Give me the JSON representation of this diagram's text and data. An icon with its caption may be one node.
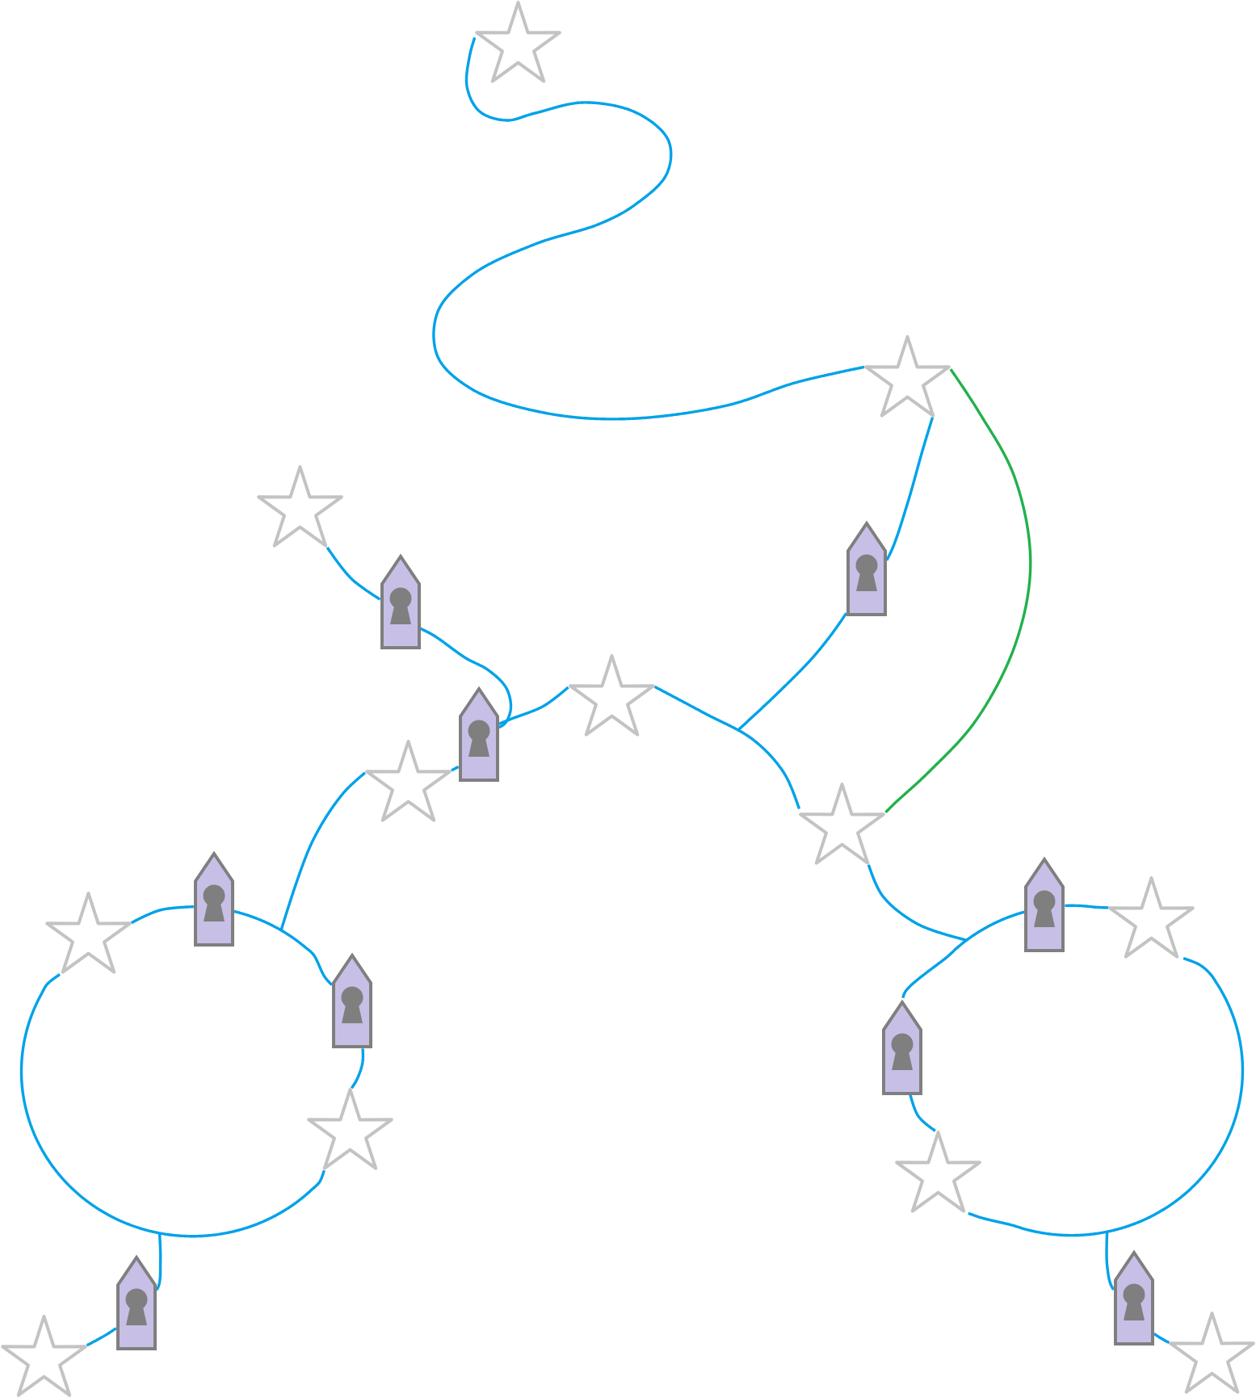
{
  "diagram": {
    "nodes": [
      {
        "text": [],
        "shape": "star"
      },
      {
        "text": [],
        "shape": "star"
      },
      {
        "text": [],
        "shape": "star"
      },
      {
        "text": [],
        "shape": "lock"
      },
      {
        "text": [],
        "shape": "lock"
      },
      {
        "text": [],
        "shape": "star"
      },
      {
        "text": [],
        "shape": "lock"
      },
      {
        "text": [],
        "shape": "star"
      },
      {
        "text": [],
        "shape": "star"
      },
      {
        "text": [],
        "shape": "lock"
      },
      {
        "text": [],
        "shape": "lock"
      },
      {
        "text": [],
        "shape": "star"
      },
      {
        "text": [],
        "shape": "star"
      },
      {
        "text": [],
        "shape": "lock"
      },
      {
        "text": [],
        "shape": "lock"
      },
      {
        "text": [],
        "shape": "star"
      },
      {
        "text": [],
        "shape": "star"
      },
      {
        "text": [],
        "shape": "lock"
      },
      {
        "text": [],
        "shape": "lock"
      },
      {
        "text": [],
        "shape": "star"
      },
      {
        "text": [],
        "shape": "star"
      }
    ],
    "edges": [
      {
        "from": 0,
        "to": 1,
        "arrow": "none"
      },
      {
        "from": 1,
        "to": 8,
        "arrow": "none",
        "color": "#22b14c"
      },
      {
        "from": 1,
        "to": 3,
        "arrow": "none"
      },
      {
        "from": 3,
        "to": null,
        "arrow": "none"
      },
      {
        "from": 2,
        "to": 4,
        "arrow": "none"
      },
      {
        "from": 4,
        "to": 6,
        "arrow": "none"
      },
      {
        "from": 7,
        "to": 6,
        "arrow": "none"
      },
      {
        "from": 6,
        "to": 5,
        "arrow": "none"
      },
      {
        "from": 5,
        "to": 8,
        "arrow": "none"
      },
      {
        "from": 7,
        "to": null,
        "arrow": "none"
      },
      {
        "from": 8,
        "to": null,
        "arrow": "none"
      },
      {
        "from": 12,
        "to": 9,
        "arrow": "none"
      },
      {
        "from": 9,
        "to": 13,
        "arrow": "none"
      },
      {
        "from": 13,
        "to": 15,
        "arrow": "none"
      },
      {
        "from": 15,
        "to": 12,
        "arrow": "none"
      },
      {
        "from": 18,
        "to": null,
        "arrow": "none"
      },
      {
        "from": 18,
        "to": 19,
        "arrow": "none"
      },
      {
        "from": 14,
        "to": 10,
        "arrow": "none"
      },
      {
        "from": 10,
        "to": 11,
        "arrow": "none"
      },
      {
        "from": 11,
        "to": 16,
        "arrow": "none"
      },
      {
        "from": 16,
        "to": 14,
        "arrow": "none"
      },
      {
        "from": 17,
        "to": null,
        "arrow": "none"
      },
      {
        "from": 17,
        "to": 20,
        "arrow": "none"
      }
    ]
  }
}
